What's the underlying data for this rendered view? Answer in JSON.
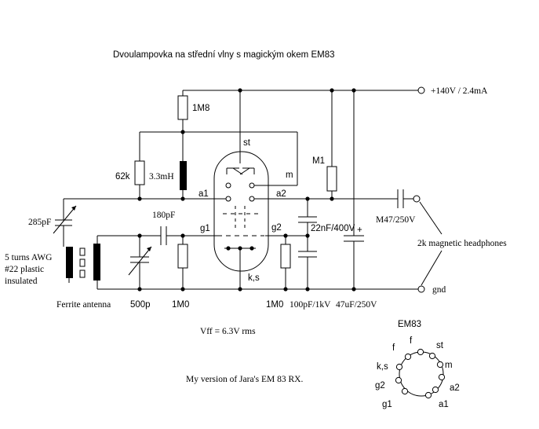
{
  "title": "Dvoulampovka na střední vlny s magickým okem EM83",
  "labels": {
    "supply": "+140V / 2.4mA",
    "gnd": "gnd",
    "r_1m8": "1M8",
    "r_62k": "62k",
    "l_3m3": "3.3mH",
    "tube_st": "st",
    "tube_m": "m",
    "tube_a1": "a1",
    "tube_a2": "a2",
    "tube_g1": "g1",
    "tube_g2": "g2",
    "tube_ks": "k,s",
    "r_m1": "M1",
    "c_285p": "285pF",
    "c_180p": "180pF",
    "c_22n": "22nF/400V",
    "c_plus": "+",
    "c_m47": "M47/250V",
    "headphones": "2k magnetic headphones",
    "coil_line1": "5 turns AWG",
    "coil_line2": "#22 plastic",
    "coil_line3": "insulated",
    "ferrite": "Ferrite antenna",
    "c_500p": "500p",
    "r_1m0_left": "1M0",
    "r_1m0_right": "1M0",
    "c_100p": "100pF/1kV",
    "c_47u": "47uF/250V",
    "vff": "Vff = 6.3V rms",
    "credit": "My version of Jara's EM 83 RX."
  },
  "pinout": {
    "title": "EM83",
    "f_left": "f",
    "f_top": "f",
    "st": "st",
    "m": "m",
    "ks": "k,s",
    "a2": "a2",
    "g2": "g2",
    "g1": "g1",
    "a1": "a1"
  }
}
